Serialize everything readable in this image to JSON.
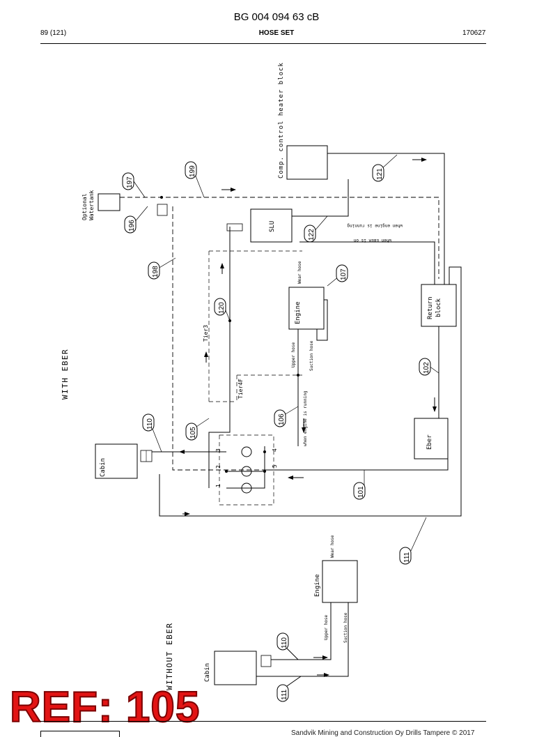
{
  "header": {
    "doc_number": "BG 004 094 63 cB",
    "page": "89 (121)",
    "section": "HOSE SET",
    "date": "170627"
  },
  "diagram": {
    "with_eber": {
      "title": "WITH EBER",
      "components": {
        "optional_watertank": [
          "Optional",
          "Watertank"
        ],
        "comp_control": "Comp. control heater block",
        "slu": "SLU",
        "engine": "Engine",
        "return_block": [
          "Return",
          "block"
        ],
        "eber": "Eber",
        "cabin": "Cabin",
        "tier3": "Tier3",
        "tier4f": "Tier4F"
      },
      "hose_labels": {
        "wear_hose": "Wear hose",
        "upper_hose": "Upper hose",
        "suction_hose": "Suction hose"
      },
      "notes": {
        "when_engine_running": "when engine is running",
        "when_eber_on": "when EBER is on"
      },
      "port_numbers": [
        "1",
        "2",
        "3",
        "4",
        "5"
      ],
      "callouts": [
        "197",
        "196",
        "199",
        "198",
        "121",
        "122",
        "107",
        "120",
        "102",
        "110",
        "105",
        "106",
        "101",
        "111"
      ]
    },
    "without_eber": {
      "title": "WITHOUT EBER",
      "components": {
        "engine": "Engine",
        "cabin": "Cabin"
      },
      "hose_labels": {
        "wear_hose": "Wear hose",
        "upper_hose": "Upper hose",
        "suction_hose": "Suction hose"
      },
      "callouts": [
        "110",
        "111"
      ]
    }
  },
  "stamp": {
    "ref": "REF: 105"
  },
  "footer": {
    "text": "Sandvik Mining and Construction Oy Drills Tampere © 2017"
  }
}
